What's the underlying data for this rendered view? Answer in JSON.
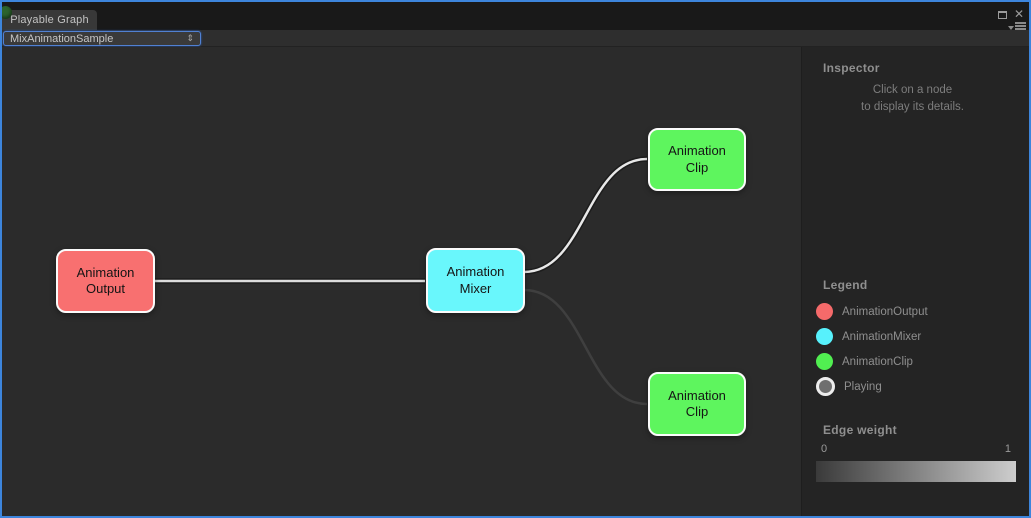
{
  "titlebar": {
    "tab_label": "Playable Graph",
    "status_dot_color": "#2c632c",
    "close_glyph": "✕"
  },
  "toolbar": {
    "selector_value": "MixAnimationSample",
    "arrow_glyph": "⇕"
  },
  "inspector": {
    "title": "Inspector",
    "hint": "Click on a node\nto display its details."
  },
  "legend": {
    "title": "Legend",
    "items": [
      {
        "label": "AnimationOutput",
        "color": "#f56a6a"
      },
      {
        "label": "AnimationMixer",
        "color": "#57f1fc"
      },
      {
        "label": "AnimationClip",
        "color": "#51ef51"
      },
      {
        "label": "Playing",
        "color": "#6f6f6f"
      }
    ]
  },
  "edge_weight": {
    "title": "Edge weight",
    "min_label": "0",
    "max_label": "1",
    "gradient_start": "#3a3a3a",
    "gradient_end": "#cdcdcd"
  },
  "graph": {
    "nodes": [
      {
        "id": "animation-output",
        "label": "Animation\nOutput",
        "color": "#f87070"
      },
      {
        "id": "animation-mixer",
        "label": "Animation\nMixer",
        "color": "#69f7fc"
      },
      {
        "id": "animation-clip-top",
        "label": "Animation\nClip",
        "color": "#5ef55e"
      },
      {
        "id": "animation-clip-bottom",
        "label": "Animation\nClip",
        "color": "#5ef55e"
      }
    ],
    "edges": [
      {
        "from": "animation-output",
        "to": "animation-mixer",
        "color": "#dcdcdc"
      },
      {
        "from": "animation-mixer",
        "to": "animation-clip-top",
        "color": "#e8e8e8"
      },
      {
        "from": "animation-mixer",
        "to": "animation-clip-bottom",
        "color": "#3f3f3f"
      }
    ]
  }
}
